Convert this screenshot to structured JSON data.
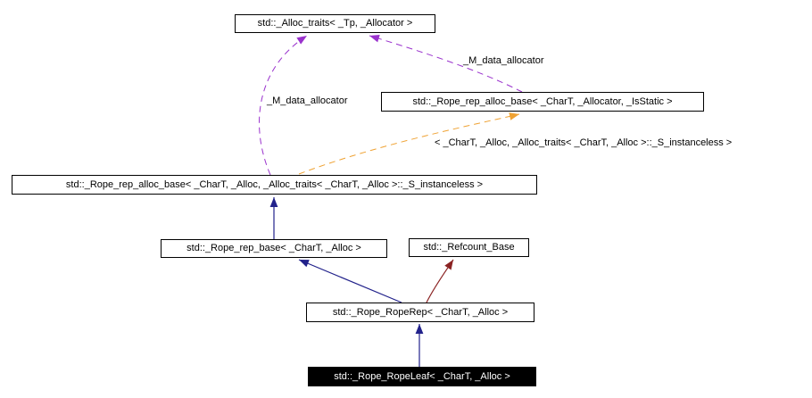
{
  "diagram": {
    "kind": "class-collaboration-graph",
    "nodes": {
      "alloc_traits": {
        "label": "std::_Alloc_traits< _Tp, _Allocator >"
      },
      "rope_rep_alloc_base_template": {
        "label": "std::_Rope_rep_alloc_base< _CharT, _Allocator, _IsStatic >"
      },
      "rope_rep_alloc_base_instance": {
        "label": "std::_Rope_rep_alloc_base< _CharT, _Alloc, _Alloc_traits< _CharT, _Alloc >::_S_instanceless >"
      },
      "rope_rep_base": {
        "label": "std::_Rope_rep_base< _CharT, _Alloc >"
      },
      "refcount_base": {
        "label": "std::_Refcount_Base"
      },
      "rope_roperep": {
        "label": "std::_Rope_RopeRep< _CharT, _Alloc >"
      },
      "rope_ropeleaf": {
        "label": "std::_Rope_RopeLeaf< _CharT, _Alloc >"
      }
    },
    "edge_labels": {
      "m_data_allocator_right": "_M_data_allocator",
      "m_data_allocator_left": "_M_data_allocator",
      "template_args": "< _CharT, _Alloc, _Alloc_traits< _CharT, _Alloc >::_S_instanceless >"
    },
    "colors": {
      "inheritance": "#22228b",
      "private_inheritance": "#8b2323",
      "usage": "#9a32cd",
      "template_instantiation": "#efa233",
      "node_border": "#000000",
      "highlight_bg": "#000000",
      "highlight_text": "#ffffff"
    }
  }
}
